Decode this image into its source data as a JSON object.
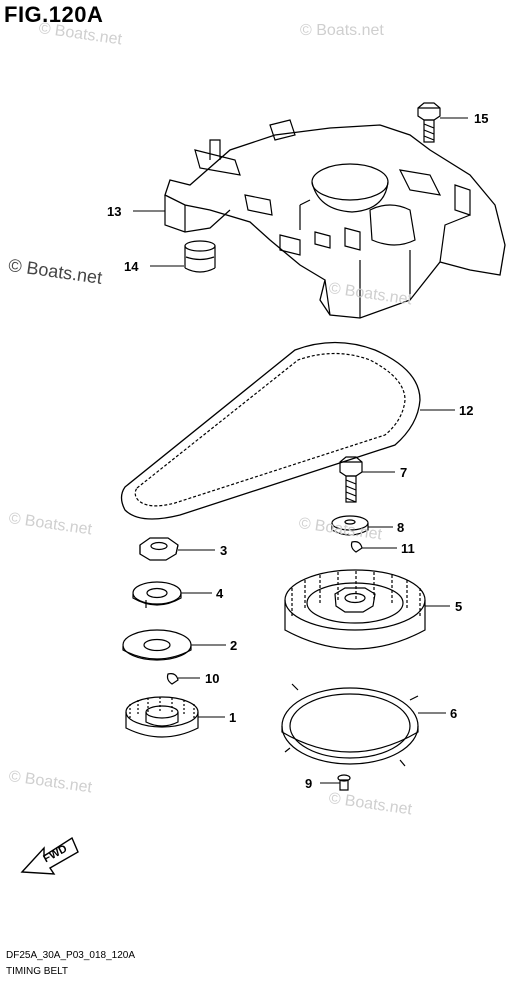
{
  "figure": {
    "title": "FIG.120A",
    "code": "DF25A_30A_P03_018_120A",
    "caption": "TIMING BELT",
    "fwd_label": "FWD"
  },
  "watermarks": [
    "© Boats.net",
    "© Boats.net",
    "© Boats.net",
    "© Boats.net",
    "© Boats.net",
    "© Boats.net",
    "© Boats.net",
    "© Boats.net"
  ],
  "callouts": [
    "15",
    "13",
    "14",
    "12",
    "7",
    "8",
    "11",
    "3",
    "5",
    "4",
    "2",
    "10",
    "1",
    "6",
    "9"
  ],
  "colors": {
    "line": "#000000",
    "watermark": "#cfcfcf"
  }
}
